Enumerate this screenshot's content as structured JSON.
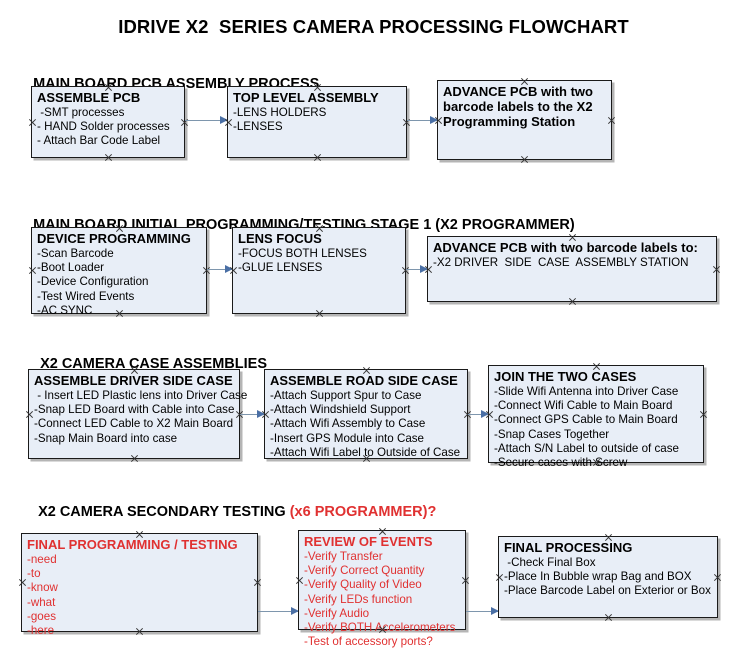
{
  "title": "IDRIVE X2  SERIES CAMERA PROCESSING FLOWCHART",
  "colors": {
    "box_fill": "#e8eef7",
    "box_border": "#1a1a1a",
    "accent_red": "#e03131",
    "connector": "#7e96ad",
    "arrowhead": "#4a6fa5"
  },
  "sections": [
    {
      "header": "MAIN BOARD PCB ASSEMBLY PROCESS",
      "header_accent": "",
      "nodes": [
        {
          "title": "ASSEMBLE PCB",
          "lines": [
            " -SMT processes",
            "- HAND Solder processes",
            "- Attach Bar Code Label"
          ]
        },
        {
          "title": "TOP LEVEL ASSEMBLY",
          "lines": [
            "-LENS HOLDERS",
            "-LENSES"
          ]
        },
        {
          "title": "ADVANCE PCB with two barcode labels to the  X2 Programming Station",
          "lines": []
        }
      ]
    },
    {
      "header": "MAIN BOARD INITIAL PROGRAMMING/TESTING STAGE 1 (X2 PROGRAMMER)",
      "header_accent": "",
      "nodes": [
        {
          "title": "DEVICE PROGRAMMING",
          "lines": [
            "-Scan Barcode",
            "-Boot Loader",
            "-Device Configuration",
            "-Test Wired Events",
            "-AC SYNC"
          ]
        },
        {
          "title": "LENS FOCUS",
          "lines": [
            "-FOCUS BOTH LENSES",
            "-GLUE LENSES"
          ]
        },
        {
          "title": "ADVANCE PCB with two barcode labels to:",
          "lines": [
            "-X2 DRIVER  SIDE  CASE  ASSEMBLY STATION"
          ]
        }
      ]
    },
    {
      "header": "X2 CAMERA CASE ASSEMBLIES",
      "header_accent": "",
      "nodes": [
        {
          "title": "ASSEMBLE DRIVER SIDE CASE",
          "lines": [
            " - Insert LED Plastic lens into Driver Case",
            "-Snap LED Board with Cable into Case",
            "-Connect LED Cable to X2 Main Board",
            "-Snap Main Board into case"
          ]
        },
        {
          "title": "ASSEMBLE ROAD SIDE CASE",
          "lines": [
            "-Attach Support Spur to Case",
            "-Attach Windshield Support",
            "-Attach Wifi Assembly to Case",
            "-Insert GPS Module into Case",
            "-Attach Wifi Label to Outside of Case"
          ]
        },
        {
          "title": "JOIN THE TWO CASES",
          "lines": [
            "-Slide Wifi Antenna into Driver Case",
            "-Connect Wifi Cable to Main Board",
            "-Connect GPS Cable to Main Board",
            "-Snap Cases Together",
            "-Attach S/N Label to outside of case",
            "-Secure cases with Screw"
          ]
        }
      ]
    },
    {
      "header": "X2 CAMERA SECONDARY TESTING ",
      "header_accent": "(x6 PROGRAMMER)?",
      "nodes": [
        {
          "title": "FINAL PROGRAMMING / TESTING",
          "lines": [
            "-need",
            "-to",
            "-know",
            "-what",
            "-goes",
            "-here"
          ]
        },
        {
          "title": "REVIEW OF EVENTS",
          "lines": [
            "-Verify Transfer",
            "-Verify Correct Quantity",
            "-Verify Quality of Video",
            "-Verify LEDs function",
            "-Verify Audio",
            "-Verify BOTH Accelerometers",
            "-Test of accessory ports?"
          ]
        },
        {
          "title": "FINAL PROCESSING",
          "lines": [
            " -Check Final Box",
            "-Place In Bubble wrap Bag and BOX",
            "-Place Barcode Label on Exterior or Box"
          ]
        }
      ]
    }
  ]
}
